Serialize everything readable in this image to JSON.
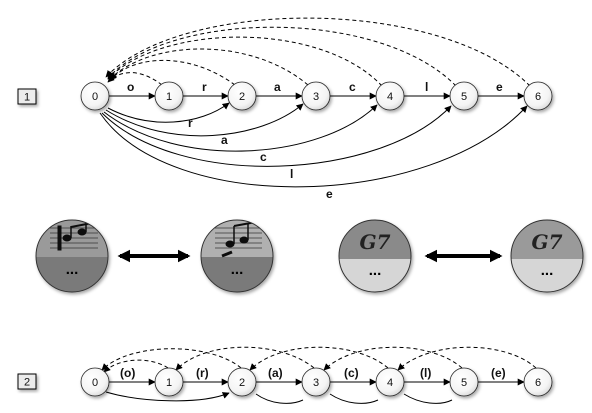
{
  "diagram1": {
    "badge": "1",
    "nodes": [
      "0",
      "1",
      "2",
      "3",
      "4",
      "5",
      "6"
    ],
    "sequence_edge_labels": [
      "o",
      "r",
      "a",
      "c",
      "l",
      "e"
    ],
    "skip_edge_labels": [
      "r",
      "a",
      "c",
      "l",
      "e"
    ]
  },
  "middle": {
    "bottom_text": "...",
    "chord_symbol": "G7"
  },
  "diagram2": {
    "badge": "2",
    "nodes": [
      "0",
      "1",
      "2",
      "3",
      "4",
      "5",
      "6"
    ],
    "sequence_edge_labels": [
      "(o)",
      "(r)",
      "(a)",
      "(c)",
      "(l)",
      "(e)"
    ]
  }
}
